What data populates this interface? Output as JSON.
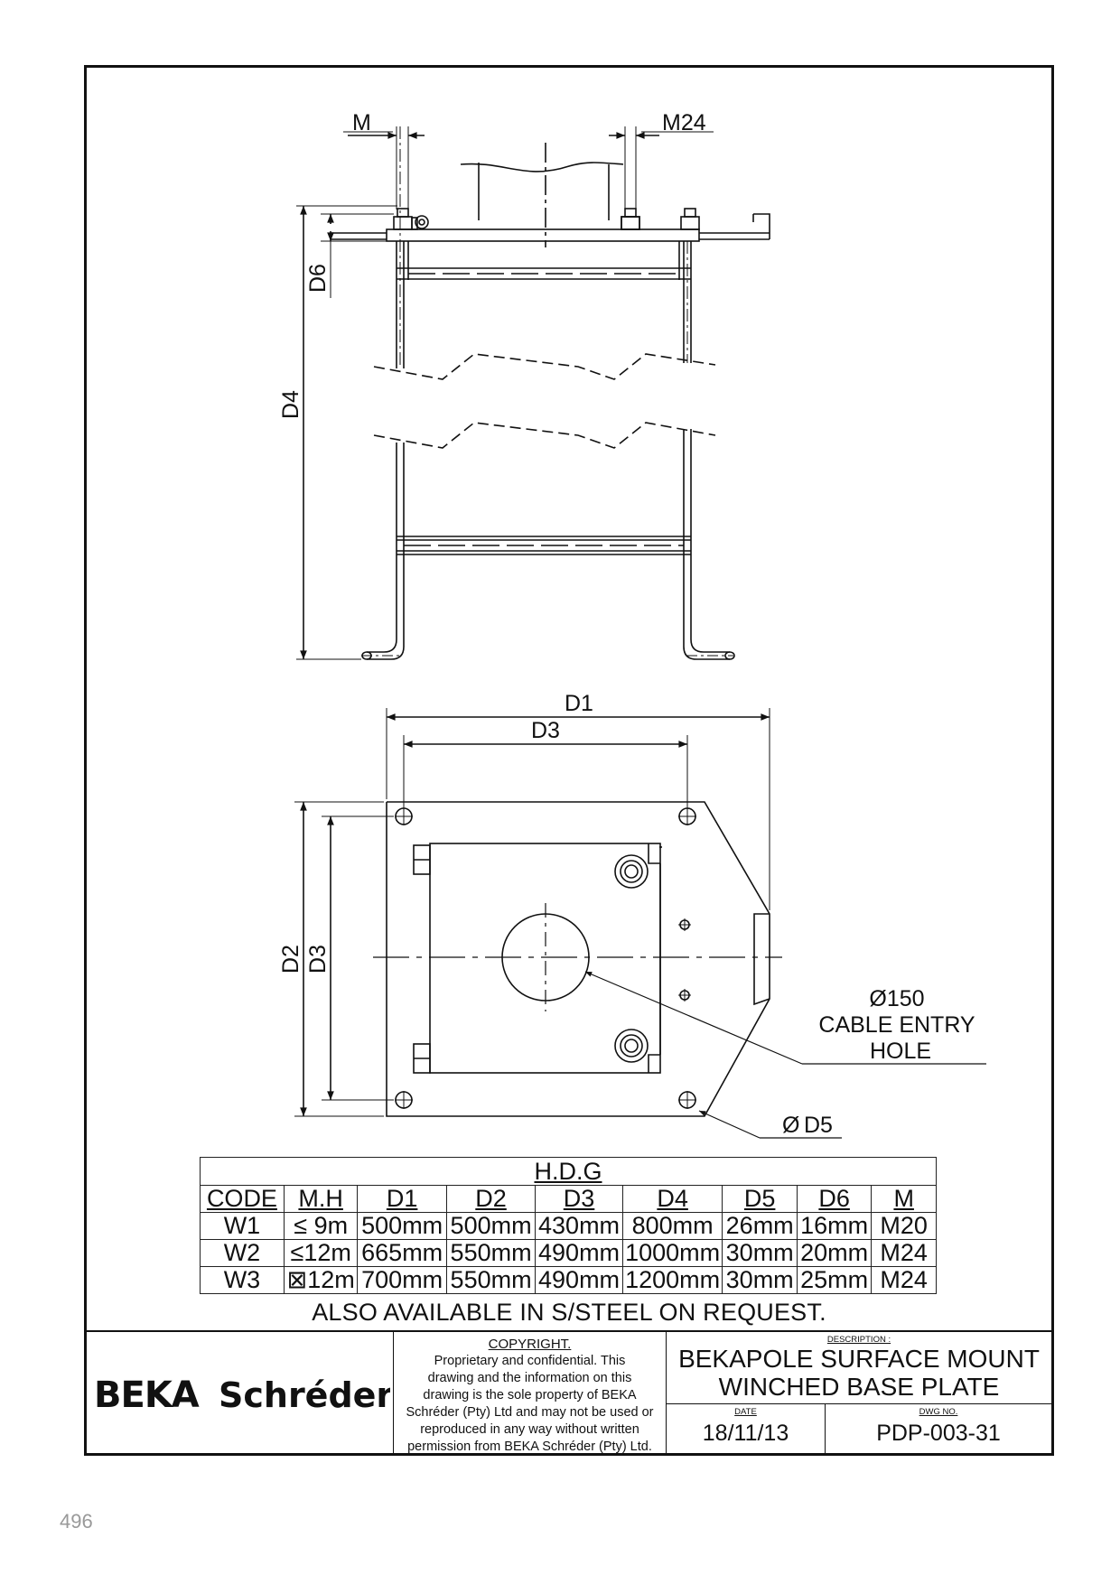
{
  "drawing": {
    "labels": {
      "m": "M",
      "m24": "M24",
      "d6": "D6",
      "d4": "D4",
      "d1": "D1",
      "d3_horizontal": "D3",
      "d2": "D2",
      "d3_vertical": "D3",
      "d5": "D5",
      "d5_symbol": "Ø",
      "cable_entry": [
        "Ø150",
        "CABLE ENTRY",
        "HOLE"
      ]
    }
  },
  "table": {
    "title": "H.D.G",
    "headers": [
      "CODE",
      "M.H",
      "D1",
      "D2",
      "D3",
      "D4",
      "D5",
      "D6",
      "M"
    ],
    "rows": [
      [
        "W1",
        "≤ 9m",
        "500mm",
        "500mm",
        "430mm",
        "800mm",
        "26mm",
        "16mm",
        "M20"
      ],
      [
        "W2",
        "≤12m",
        "665mm",
        "550mm",
        "490mm",
        "1000mm",
        "30mm",
        "20mm",
        "M24"
      ],
      [
        "W3",
        "⊠12m",
        "700mm",
        "550mm",
        "490mm",
        "1200mm",
        "30mm",
        "25mm",
        "M24"
      ]
    ]
  },
  "note": "ALSO AVAILABLE IN S/STEEL ON REQUEST.",
  "title_block": {
    "logo": {
      "text_left": "BEKA",
      "text_right": "Schréder"
    },
    "copyright": {
      "heading": "COPYRIGHT.",
      "lines": [
        "Proprietary and confidential. This",
        "drawing and the information on this",
        "drawing is the sole property of BEKA",
        "Schréder (Pty) Ltd and may not be used or",
        "reproduced in any way without written",
        "permission from BEKA Schréder (Pty) Ltd."
      ]
    },
    "description_label": "DESCRIPTION :",
    "description": [
      "BEKAPOLE SURFACE MOUNT",
      "WINCHED BASE PLATE"
    ],
    "date_label": "DATE",
    "date": "18/11/13",
    "dwg_label": "DWG NO.",
    "dwg_no": "PDP-003-31"
  },
  "page_number": "496"
}
